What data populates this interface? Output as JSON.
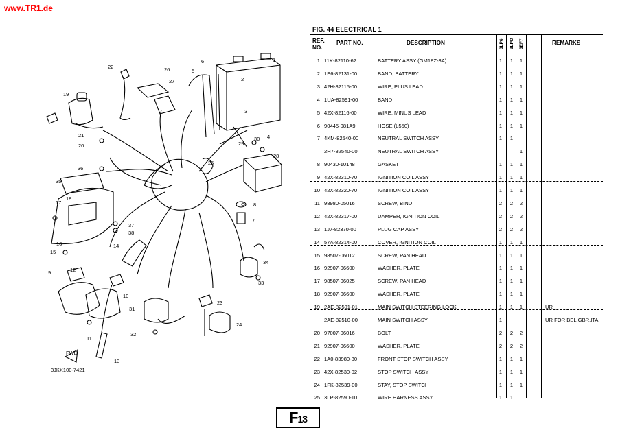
{
  "site": "www.TR1.de",
  "figure": {
    "title": "FIG.  44   ELECTRICAL 1"
  },
  "diagram": {
    "code": "3JKX100-7421",
    "fwd_label": "FWD",
    "callouts": [
      "1",
      "2",
      "3",
      "4",
      "5",
      "6",
      "7",
      "8",
      "9",
      "10",
      "11",
      "12",
      "13",
      "14",
      "15",
      "16",
      "17",
      "18",
      "19",
      "20",
      "21",
      "22",
      "23",
      "24",
      "25",
      "26",
      "27",
      "28",
      "29",
      "30",
      "31",
      "32",
      "33",
      "34",
      "35",
      "36",
      "37",
      "38"
    ]
  },
  "table": {
    "headers": {
      "ref": "REF.\nNO.",
      "part": "PART NO.",
      "desc": "DESCRIPTION",
      "models": [
        "3LP6",
        "3LPD",
        "3EF7"
      ],
      "remarks": "REMARKS"
    },
    "rows": [
      {
        "ref": "1",
        "part": "11K-82110-62",
        "desc": "BATTERY ASSY (GM18Z-3A)",
        "q": [
          "1",
          "1",
          "1"
        ],
        "rem": ""
      },
      {
        "ref": "2",
        "part": "1E6-82131-00",
        "desc": "BAND, BATTERY",
        "q": [
          "1",
          "1",
          "1"
        ],
        "rem": ""
      },
      {
        "ref": "3",
        "part": "42H-82115-00",
        "desc": "WIRE, PLUS LEAD",
        "q": [
          "1",
          "1",
          "1"
        ],
        "rem": ""
      },
      {
        "ref": "4",
        "part": "1UA-82591-00",
        "desc": "BAND",
        "q": [
          "1",
          "1",
          "1"
        ],
        "rem": ""
      },
      {
        "ref": "5",
        "part": "42X-82116-00",
        "desc": "WIRE, MINUS LEAD",
        "q": [
          "1",
          "1",
          "1"
        ],
        "rem": ""
      },
      {
        "ref": "6",
        "part": "90445-081A9",
        "desc": "HOSE (L550)",
        "q": [
          "1",
          "1",
          "1"
        ],
        "rem": ""
      },
      {
        "ref": "7",
        "part": "4KM-82540-00",
        "desc": "NEUTRAL SWITCH ASSY",
        "q": [
          "1",
          "1",
          ""
        ],
        "rem": ""
      },
      {
        "ref": "",
        "part": "2H7-82540-00",
        "desc": "NEUTRAL SWITCH ASSY",
        "q": [
          "",
          "",
          "1"
        ],
        "rem": ""
      },
      {
        "ref": "8",
        "part": "90430-10148",
        "desc": "GASKET",
        "q": [
          "1",
          "1",
          "1"
        ],
        "rem": ""
      },
      {
        "ref": "9",
        "part": "42X-82310-70",
        "desc": "IGNITION COIL ASSY",
        "q": [
          "1",
          "1",
          "1"
        ],
        "rem": ""
      },
      {
        "ref": "10",
        "part": "42X-82320-70",
        "desc": "IGNITION COIL ASSY",
        "q": [
          "1",
          "1",
          "1"
        ],
        "rem": ""
      },
      {
        "ref": "11",
        "part": "98980-05016",
        "desc": "SCREW, BIND",
        "q": [
          "2",
          "2",
          "2"
        ],
        "rem": ""
      },
      {
        "ref": "12",
        "part": "42X-82317-00",
        "desc": "DAMPER, IGNITION COIL",
        "q": [
          "2",
          "2",
          "2"
        ],
        "rem": ""
      },
      {
        "ref": "13",
        "part": "1J7-82370-00",
        "desc": "PLUG CAP ASSY",
        "q": [
          "2",
          "2",
          "2"
        ],
        "rem": ""
      },
      {
        "ref": "14",
        "part": "57A-82314-00",
        "desc": "COVER, IGNITION COIL",
        "q": [
          "1",
          "1",
          "1"
        ],
        "rem": ""
      },
      {
        "ref": "15",
        "part": "98507-06012",
        "desc": "SCREW, PAN HEAD",
        "q": [
          "1",
          "1",
          "1"
        ],
        "rem": ""
      },
      {
        "ref": "16",
        "part": "92907-06600",
        "desc": "WASHER, PLATE",
        "q": [
          "1",
          "1",
          "1"
        ],
        "rem": ""
      },
      {
        "ref": "17",
        "part": "98507-06025",
        "desc": "SCREW, PAN HEAD",
        "q": [
          "1",
          "1",
          "1"
        ],
        "rem": ""
      },
      {
        "ref": "18",
        "part": "92907-06600",
        "desc": "WASHER, PLATE",
        "q": [
          "1",
          "1",
          "1"
        ],
        "rem": ""
      },
      {
        "ref": "19",
        "part": "2AE-82501-01",
        "desc": "MAIN SWITCH STEERING LOCK",
        "q": [
          "1",
          "1",
          "1"
        ],
        "rem": "UR"
      },
      {
        "ref": "",
        "part": "2AE-82510-00",
        "desc": "MAIN SWITCH ASSY",
        "q": [
          "1",
          "",
          ""
        ],
        "rem": "UR FOR BEL,GBR,ITA"
      },
      {
        "ref": "20",
        "part": "97007-06016",
        "desc": "BOLT",
        "q": [
          "2",
          "2",
          "2"
        ],
        "rem": ""
      },
      {
        "ref": "21",
        "part": "92907-06600",
        "desc": "WASHER, PLATE",
        "q": [
          "2",
          "2",
          "2"
        ],
        "rem": ""
      },
      {
        "ref": "22",
        "part": "1A0-83980-30",
        "desc": "FRONT STOP SWITCH ASSY",
        "q": [
          "1",
          "1",
          "1"
        ],
        "rem": ""
      },
      {
        "ref": "23",
        "part": "42X-82530-02",
        "desc": "STOP SWITCH ASSY",
        "q": [
          "1",
          "1",
          "1"
        ],
        "rem": ""
      },
      {
        "ref": "24",
        "part": "1FK-82539-00",
        "desc": "STAY, STOP SWITCH",
        "q": [
          "1",
          "1",
          "1"
        ],
        "rem": ""
      },
      {
        "ref": "25",
        "part": "3LP-82590-10",
        "desc": "WIRE HARNESS ASSY",
        "q": [
          "1",
          "1",
          ""
        ],
        "rem": ""
      }
    ]
  },
  "page_label": {
    "main": "F",
    "sub": "13"
  }
}
